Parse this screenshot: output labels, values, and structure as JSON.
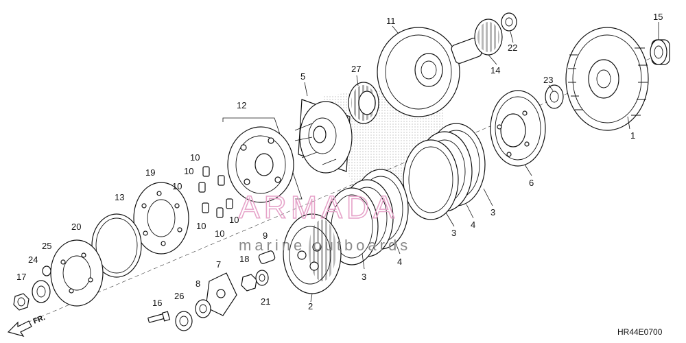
{
  "diagram": {
    "code": "HR44E0700",
    "direction_label": "FR.",
    "callouts": [
      "1",
      "2",
      "3",
      "4",
      "5",
      "6",
      "7",
      "8",
      "9",
      "10",
      "11",
      "12",
      "13",
      "14",
      "15",
      "16",
      "17",
      "18",
      "19",
      "20",
      "21",
      "22",
      "23",
      "24",
      "25",
      "26",
      "27"
    ],
    "watermark": {
      "brand": "ARMADA",
      "tagline": "marine outboards",
      "color": "#e6a3c9"
    }
  }
}
